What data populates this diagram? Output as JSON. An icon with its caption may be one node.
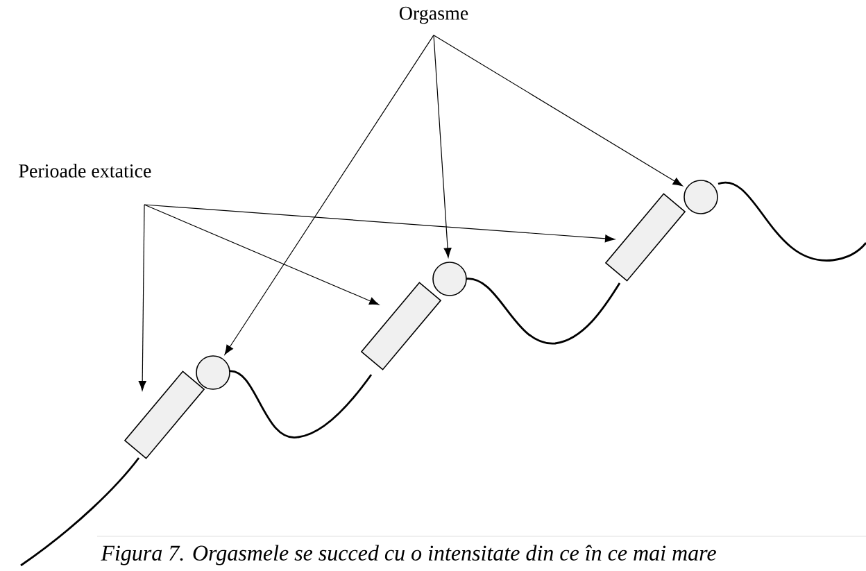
{
  "diagram": {
    "caption": "Figura 7. Orgasmele se succed cu o intensitate din ce în ce mai mare",
    "nodes": [
      {
        "text": [
          "Orgasme"
        ]
      },
      {
        "text": [
          "Perioade extatice"
        ]
      },
      {
        "text": [],
        "shape": "box"
      },
      {
        "text": [],
        "shape": "box"
      },
      {
        "text": [],
        "shape": "box"
      },
      {
        "text": [],
        "shape": "circle"
      },
      {
        "text": [],
        "shape": "circle"
      },
      {
        "text": [],
        "shape": "circle"
      }
    ],
    "edges": [
      {
        "from": 0,
        "to": 5,
        "arrow": "to"
      },
      {
        "from": 0,
        "to": 6,
        "arrow": "to"
      },
      {
        "from": 0,
        "to": 7,
        "arrow": "to"
      },
      {
        "from": 1,
        "to": 2,
        "arrow": "to"
      },
      {
        "from": 1,
        "to": 3,
        "arrow": "to"
      },
      {
        "from": 1,
        "to": 4,
        "arrow": "to"
      }
    ]
  }
}
